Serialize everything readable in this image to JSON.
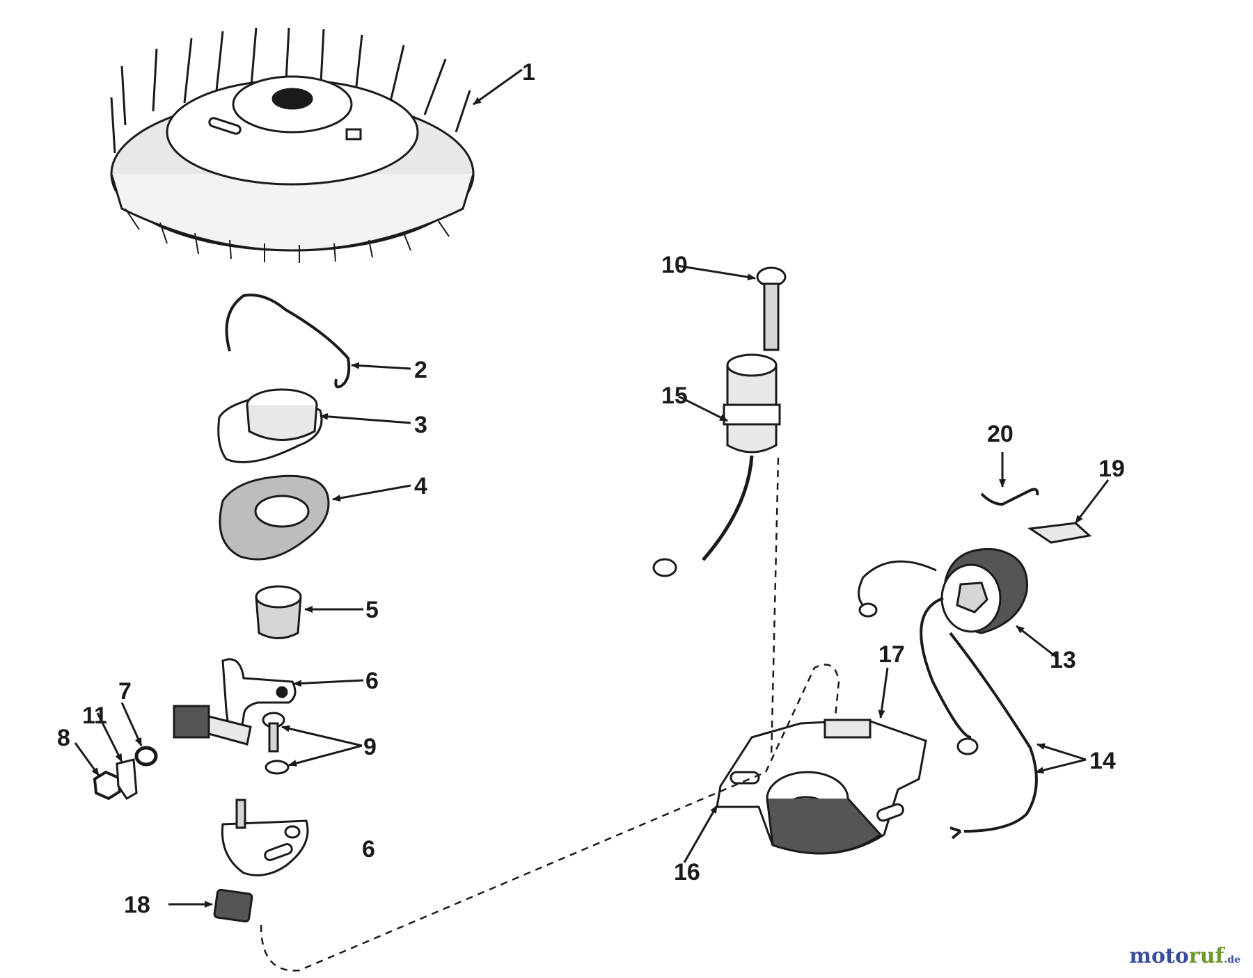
{
  "callouts": [
    "1",
    "2",
    "3",
    "4",
    "5",
    "6",
    "6",
    "7",
    "8",
    "9",
    "10",
    "11",
    "13",
    "14",
    "15",
    "16",
    "17",
    "18",
    "19",
    "20"
  ],
  "watermark": {
    "part1": "moto",
    "part2": "ruf",
    "part3": ".de"
  }
}
